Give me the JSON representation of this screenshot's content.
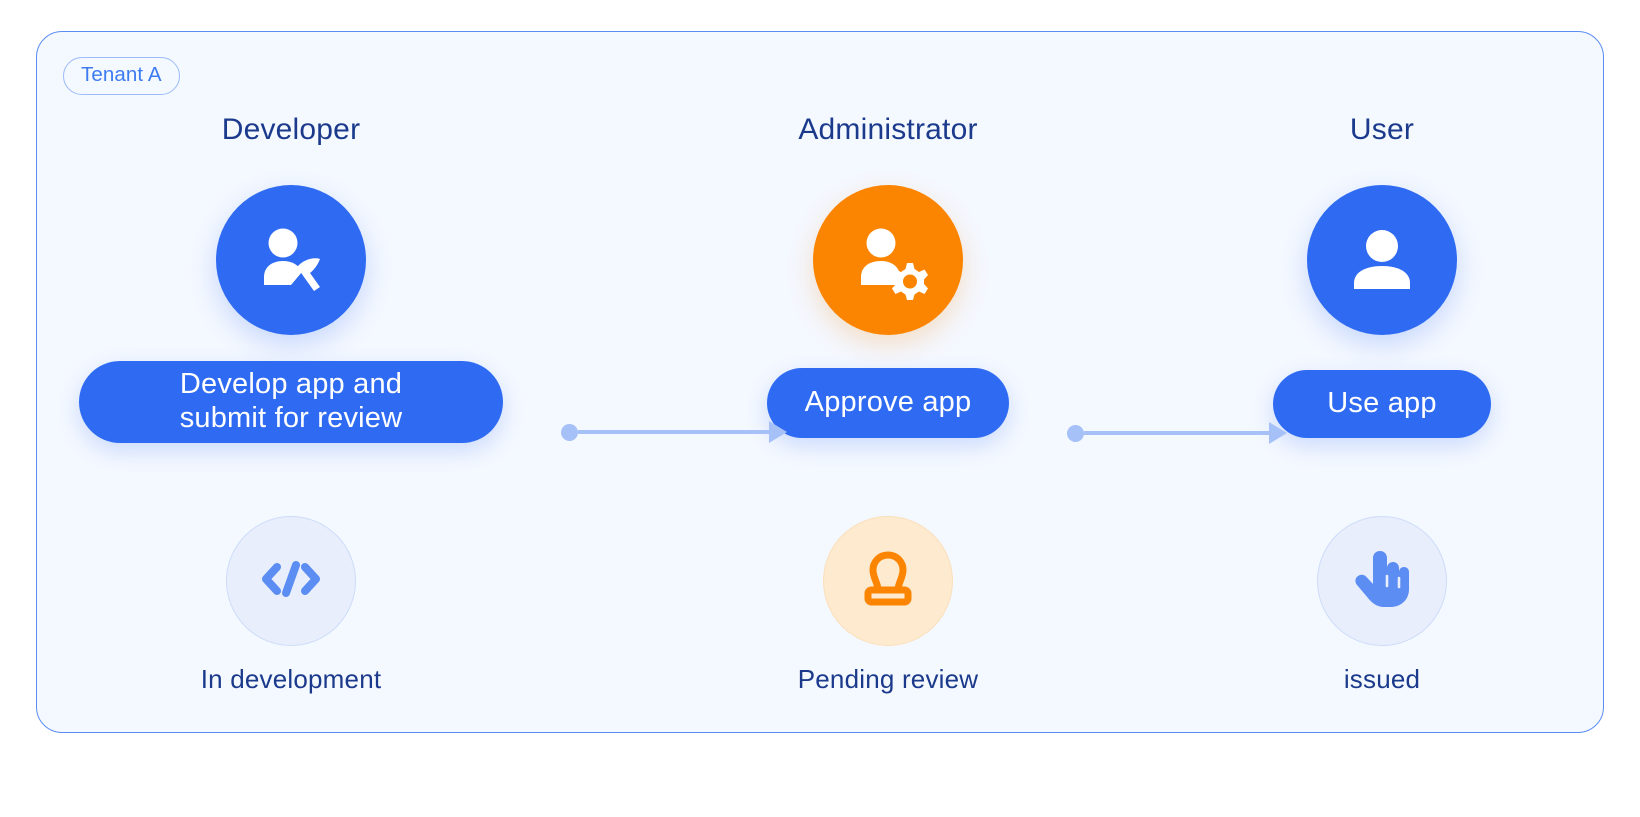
{
  "card": {
    "tenant_badge": "Tenant A",
    "border_color": "#5b8df3",
    "background_color": "#f4f8ff"
  },
  "palette": {
    "primary_blue": "#2f6bf2",
    "orange": "#fb8500",
    "heading_navy": "#1b3a8c",
    "connector_blue": "#a6c1f7",
    "light_blue_circle": "#e8eefc",
    "light_orange_circle": "#fdeacf"
  },
  "columns": [
    {
      "role": "Developer",
      "avatar_icon": "developer-pickaxe-icon",
      "avatar_color": "#2f6bf2",
      "action_line1": "Develop app and",
      "action_line2": "submit for review",
      "status_icon": "code-icon",
      "status_label": "In development",
      "status_circle_color": "#e8eefc"
    },
    {
      "role": "Administrator",
      "avatar_icon": "admin-gear-icon",
      "avatar_color": "#fb8500",
      "action_line1": "Approve app",
      "action_line2": "",
      "status_icon": "stamp-icon",
      "status_label": "Pending review",
      "status_circle_color": "#fdeacf"
    },
    {
      "role": "User",
      "avatar_icon": "user-person-icon",
      "avatar_color": "#2f6bf2",
      "action_line1": "Use app",
      "action_line2": "",
      "status_icon": "click-hand-icon",
      "status_label": "issued",
      "status_circle_color": "#e8eefc"
    }
  ],
  "connectors": [
    {
      "from": "Developer",
      "to": "Administrator",
      "icon": "arrow-right-icon"
    },
    {
      "from": "Administrator",
      "to": "User",
      "icon": "arrow-right-icon"
    }
  ]
}
